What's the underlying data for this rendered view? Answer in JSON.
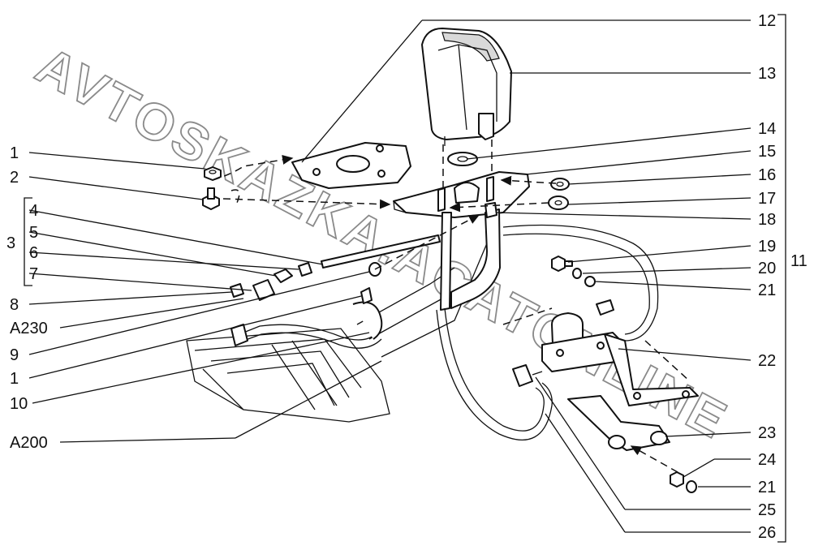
{
  "watermark": {
    "text": "AVTOSKAZKA.ACATONLINE"
  },
  "callouts": {
    "c1a": "1",
    "c2": "2",
    "c3": "3",
    "c4": "4",
    "c5": "5",
    "c6": "6",
    "c7": "7",
    "c8": "8",
    "cA230": "A230",
    "c9": "9",
    "c1b": "1",
    "c10": "10",
    "cA200": "A200",
    "c12": "12",
    "c13": "13",
    "c14": "14",
    "c15": "15",
    "c16": "16",
    "c17": "17",
    "c18": "18",
    "c19": "19",
    "c20": "20",
    "c21a": "21",
    "c11": "11",
    "c22": "22",
    "c23": "23",
    "c24": "24",
    "c21b": "21",
    "c25": "25",
    "c26": "26"
  }
}
